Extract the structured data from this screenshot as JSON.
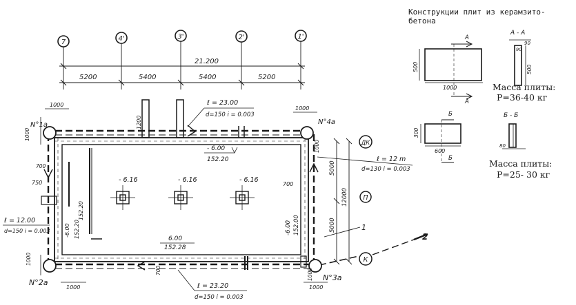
{
  "title": {
    "line1": "Конструкции плит из керамзито-",
    "line2": "бетона"
  },
  "axes": {
    "a7": "7",
    "a4": "4'",
    "a3": "3'",
    "a2": "2'",
    "a1": "1'",
    "aK": "К",
    "aP": "П",
    "aDK": "ДК"
  },
  "dims": {
    "total": "21.200",
    "spans": [
      "5200",
      "5400",
      "5400",
      "5200"
    ],
    "d1000_nw": "1000",
    "d1000_nw_v": "1000",
    "d1000_ne": "1000",
    "d1000_ne_v": "1000",
    "d1000_sw": "1000",
    "d1000_sw_v": "1000",
    "d1000_se": "1000",
    "d1000_se_v": "1000",
    "d1200": "1200",
    "d700_left": "700",
    "d700_right": "700",
    "d700_bottom": "700",
    "d750": "750",
    "d5000_upper": "5000",
    "d5000_lower": "5000",
    "d12000": "12000",
    "d152_20_v": "152.20"
  },
  "labels": {
    "n1a": "N°1а",
    "n4a": "N°4а",
    "n2a": "N°2а",
    "n3a": "N°3а",
    "leader1": "1",
    "leader2": "2",
    "pipe_top_l": "ℓ = 23.00",
    "pipe_top_d": "d=150  i = 0.003",
    "pipe_right_l": "ℓ = 12 m",
    "pipe_right_d": "d=130  i = 0.003",
    "pipe_left_l": "ℓ = 12.00",
    "pipe_left_d": "d=150  i = 0.003",
    "pipe_bot_l": "ℓ = 23.20",
    "pipe_bot_d": "d=150  i = 0.003",
    "lev_top_a": "- 6.00",
    "lev_top_b": "152.20",
    "lev_bot_a": "6.00",
    "lev_bot_b": "152.28",
    "lev_left_a": "-6.00",
    "lev_left_b": "152.20",
    "lev_right_a": "-6.00",
    "lev_right_b": "152.00",
    "col1": "- 6.16",
    "col2": "- 6.16",
    "col3": "- 6.16"
  },
  "panel": {
    "a": "А",
    "a2": "А",
    "aa": "А - А",
    "b": "Б",
    "b2": "Б",
    "bb": "Б - Б",
    "p1_w": "1000",
    "p1_h": "500",
    "p1_t": "90",
    "p1_h2": "500",
    "p1_t2": "90",
    "p2_w": "600",
    "p2_h": "300",
    "p2_t": "80",
    "mass1": "Масса плиты:",
    "mass1_val": "Р=36-40 кг",
    "mass2": "Масса плиты:",
    "mass2_val": "Р=25- 30 кг"
  }
}
